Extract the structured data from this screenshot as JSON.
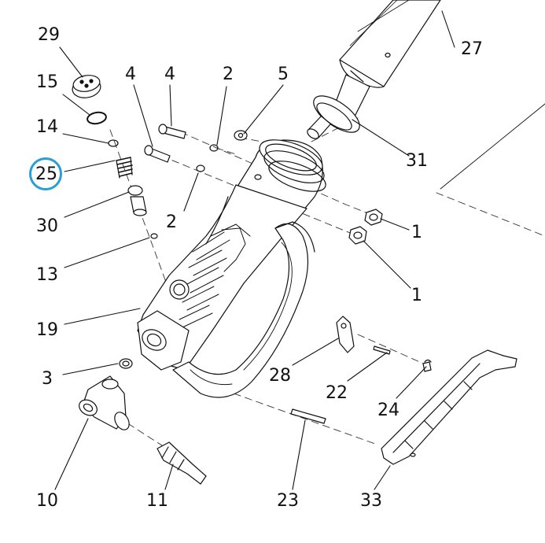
{
  "callouts": {
    "c29": "29",
    "c15": "15",
    "c14": "14",
    "c25": "25",
    "c30": "30",
    "c13": "13",
    "c19": "19",
    "c3": "3",
    "c10": "10",
    "c11": "11",
    "c4a": "4",
    "c4b": "4",
    "c2a": "2",
    "c2b": "2",
    "c5": "5",
    "c27": "27",
    "c31": "31",
    "c1a": "1",
    "c1b": "1",
    "c28": "28",
    "c22": "22",
    "c24": "24",
    "c23": "23",
    "c33": "33"
  },
  "highlighted_part": "25",
  "colors": {
    "highlight": "#2a9fd6",
    "line": "#111111"
  }
}
